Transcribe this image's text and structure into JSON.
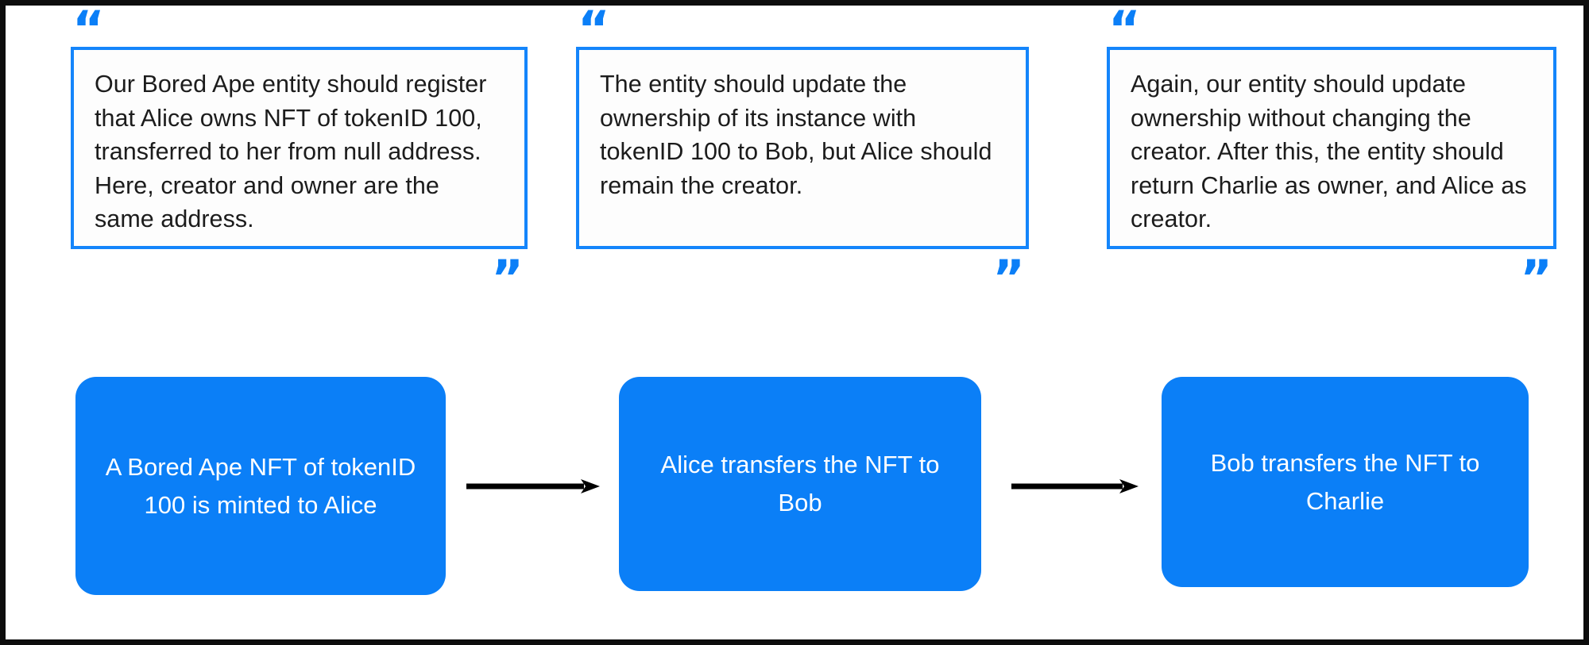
{
  "theme": {
    "accent_blue": "#0B7FF7",
    "box_border_blue": "#1485FB",
    "node_fill": "#0B7FF7",
    "node_text": "#FFFFFF",
    "quote_text": "#1C1C1C",
    "page_background": "#FFFFFF",
    "frame_border": "#0D0D0D",
    "arrow_color": "#000000"
  },
  "quotes": {
    "open_mark": "“",
    "close_mark": "”",
    "items": [
      {
        "id": "quote-mint",
        "text": "Our Bored Ape entity should register that Alice owns NFT of tokenID 100, transferred to her from null address. Here, creator and owner are the same address."
      },
      {
        "id": "quote-transfer-bob",
        "text": "The entity should update the ownership of its instance with tokenID 100 to Bob, but Alice should remain the creator."
      },
      {
        "id": "quote-transfer-charlie",
        "text": "Again, our entity should update ownership without changing the creator. After this, the entity should return Charlie as owner, and Alice as creator."
      }
    ]
  },
  "flow": {
    "nodes": [
      {
        "id": "node-mint",
        "label": "A Bored Ape NFT of tokenID 100 is minted to Alice"
      },
      {
        "id": "node-alice-bob",
        "label": "Alice transfers the NFT to Bob"
      },
      {
        "id": "node-bob-charlie",
        "label": "Bob transfers the NFT to Charlie"
      }
    ],
    "arrows": [
      {
        "id": "arrow-1",
        "label": ""
      },
      {
        "id": "arrow-2",
        "label": ""
      }
    ]
  }
}
